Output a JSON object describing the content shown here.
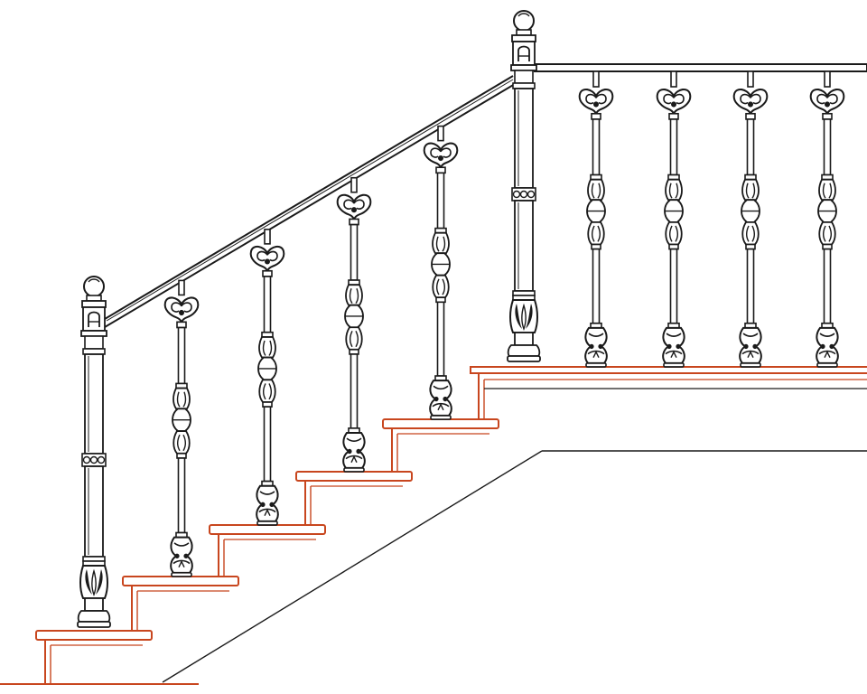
{
  "drawing": {
    "subject": "staircase-railing-elevation",
    "colors": {
      "line": "#1a1a1a",
      "tread": "#c8461e",
      "background": "#ffffff"
    },
    "parts": {
      "newel_posts": 2,
      "sloped_balusters": 4,
      "landing_balusters": 4,
      "steps": 6
    }
  }
}
